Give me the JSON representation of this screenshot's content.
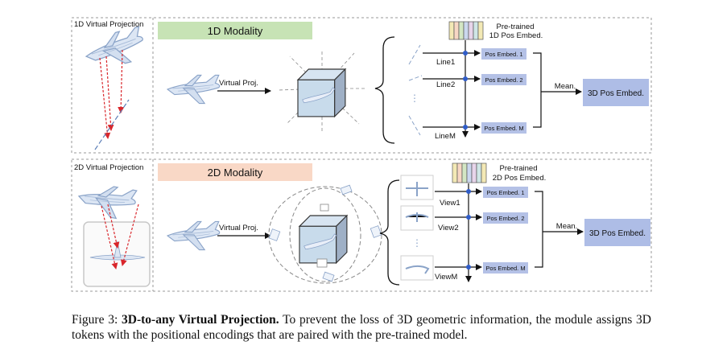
{
  "panel_1d": {
    "thumb_label": "1D Virtual Projection",
    "modality_title": "1D Modality",
    "virtual_proj": "Virtual Proj.",
    "pretrained_line1": "Pre-trained",
    "pretrained_line2": "1D Pos Embed.",
    "lines": [
      "Line1",
      "Line2",
      "LineM"
    ],
    "pos_embeds": [
      "Pos Embed. 1",
      "Pos Embed. 2",
      "Pos Embed. M"
    ],
    "mean": "Mean.",
    "output": "3D Pos Embed."
  },
  "panel_2d": {
    "thumb_label": "2D Virtual Projection",
    "modality_title": "2D Modality",
    "virtual_proj": "Virtual Proj.",
    "pretrained_line1": "Pre-trained",
    "pretrained_line2": "2D Pos Embed.",
    "views": [
      "View1",
      "View2",
      "ViewM"
    ],
    "pos_embeds": [
      "Pos Embed. 1",
      "Pos Embed. 2",
      "Pos Embed. M"
    ],
    "mean": "Mean.",
    "output": "3D Pos Embed."
  },
  "caption": {
    "prefix": "Figure 3: ",
    "bold": "3D-to-any Virtual Projection.",
    "text": " To prevent the loss of 3D geometric information, the module assigns 3D tokens with the positional encodings that are paired with the pre-trained model."
  },
  "colors": {
    "green_header": "#c7e3b5",
    "peach_header": "#f9d8c6",
    "embed_box": "#b4c1e6",
    "output_box": "#aebde6",
    "dot": "#2f5cc8",
    "red": "#d9262b",
    "plane": "#8aa3c8"
  }
}
